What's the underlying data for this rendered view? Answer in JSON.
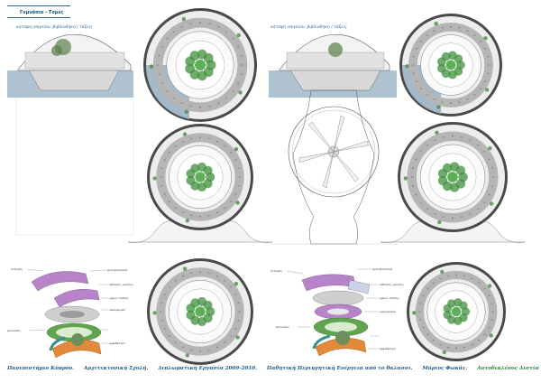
{
  "sheet": {
    "title": "Γυμνάσιο - Τομές",
    "left_section_caption": "κάτοψη ισογείου: βιβλιοθήκη / τάξεις",
    "right_section_caption": "κάτοψη ισογείου: βιβλιοθήκη / τάξεις",
    "left_labels": [
      "στέγαση",
      "φωτοβολταϊκά",
      "αίθουσες μελέτης",
      "χώρος στάσης",
      "κυκλοφορία",
      "φυτεύσεις",
      "αμφιθέατρο"
    ],
    "right_labels": [
      "στέγαση",
      "φωτοβολταϊκά",
      "αίθουσες μελέτης",
      "χώρος στάσης",
      "κυκλοφορία",
      "φυτεύσεις",
      "αμφιθέατρο"
    ]
  },
  "footer": {
    "university": "Πανεπιστήμιο Κύπρου.",
    "school": "Αρχιτεκτονική Σχολή.",
    "course": "Διπλωματική Εργασία 2009-2010.",
    "topic": "Παθητική Περιηγητική Ενέργεια από το θαλασσι.",
    "student": "Μάριος Φωκάς.",
    "title_last": "Αυτοδιαλέους Διστία"
  },
  "colors": {
    "accent_blue": "#2a6b9c",
    "water": "#9bb3c4",
    "ring": "#bdbdbd",
    "plant": "#3f8f3b",
    "purple": "#b884c9",
    "green_ring": "#62a34f",
    "orange": "#e2893a",
    "teal": "#3a8f8a"
  }
}
